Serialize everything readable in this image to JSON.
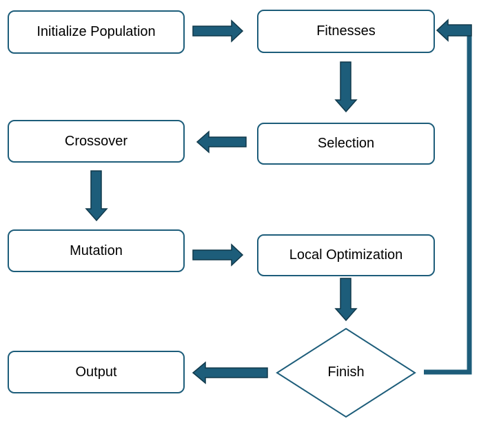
{
  "nodes": {
    "initialize": "Initialize Population",
    "fitnesses": "Fitnesses",
    "selection": "Selection",
    "crossover": "Crossover",
    "mutation": "Mutation",
    "local_optimization": "Local Optimization",
    "finish": "Finish",
    "output": "Output"
  },
  "colors": {
    "arrow_fill": "#1d5d7a",
    "arrow_stroke": "#10384a",
    "box_border": "#1d5d7a"
  }
}
